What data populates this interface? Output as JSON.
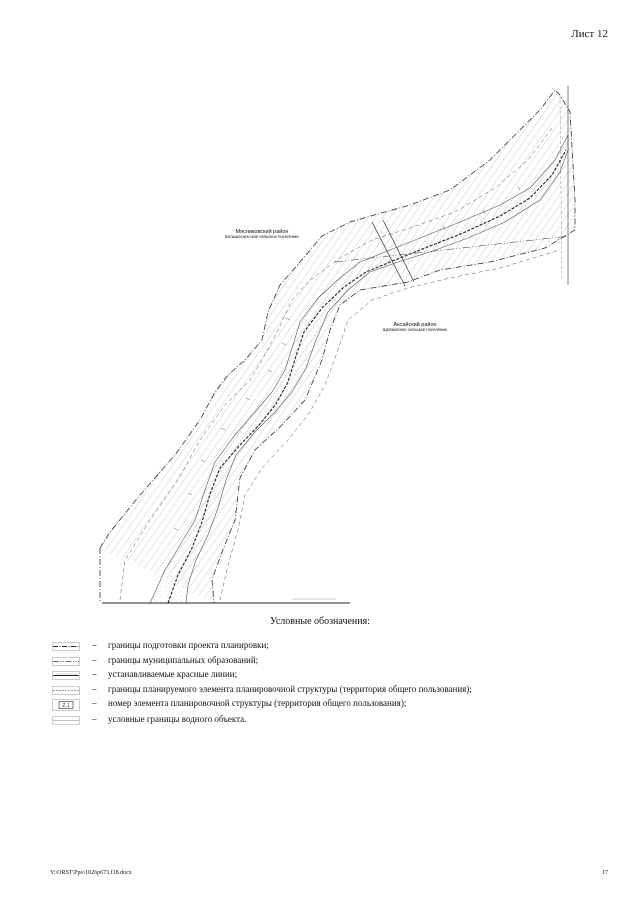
{
  "sheet": {
    "label": "Лист 12"
  },
  "map": {
    "region_left": {
      "name": "Мясниковский район",
      "settlement": "Большесальское сельское поселение"
    },
    "region_right": {
      "name": "Аксайский район",
      "settlement": "Щепкинское сельское поселение"
    },
    "colors": {
      "line": "#333333",
      "hatch": "#9a9a9a",
      "background": "#ffffff"
    }
  },
  "legend": {
    "title": "Условные обозначения:",
    "items": [
      {
        "symbol": "planning-boundary",
        "dash": "–",
        "text": "границы подготовки проекта планировки;"
      },
      {
        "symbol": "municipal-boundary",
        "dash": "–",
        "text": "границы муниципальных образований;"
      },
      {
        "symbol": "red-lines",
        "dash": "–",
        "text": "устанавливаемые красные линии;"
      },
      {
        "symbol": "element-boundary",
        "dash": "–",
        "text": "границы планируемого элемента планировочной структуры (территория общего пользования);"
      },
      {
        "symbol": "element-number",
        "symbol_label": "Z.1",
        "dash": "–",
        "text": "номер элемента планировочной структуры (территория общего пользования);"
      },
      {
        "symbol": "water-boundary",
        "dash": "–",
        "text": "условные границы водного объекта."
      }
    ]
  },
  "footer": {
    "path": "Y:\\ORST\\Ppo\\1026p673.f18.docx",
    "page": "17"
  }
}
